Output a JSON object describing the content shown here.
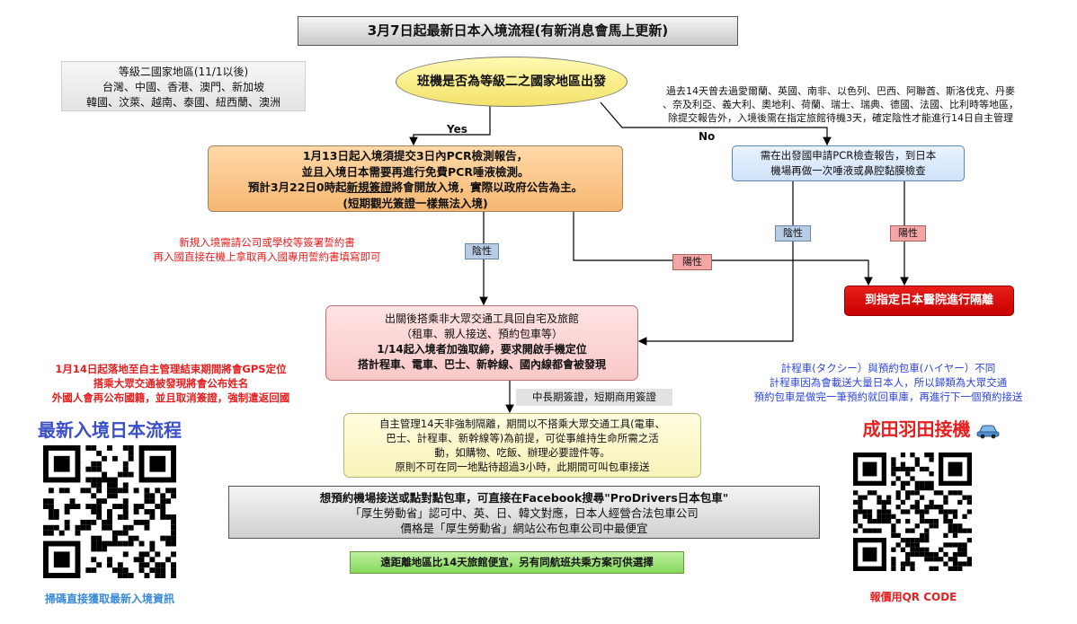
{
  "title": "3月7日起最新日本入境流程(有新消息會馬上更新)",
  "level2": {
    "heading": "等級二國家地區(11/1以後)",
    "line1": "台灣、中國、香港、澳門、新加坡",
    "line2": "韓國、汶萊、越南、泰國、紐西蘭、澳洲"
  },
  "decision": "班機是否為等級二之國家地區出發",
  "yes_label": "Yes",
  "no_label": "No",
  "no_note": {
    "line1": "過去14天曾去過愛爾蘭、英國、南非、以色列、巴西、阿聯酋、斯洛伐克、丹麥",
    "line2": "、奈及利亞、義大利、奧地利、荷蘭、瑞士、瑞典、德國、法國、比利時等地區，",
    "line3": "除提交報告外，入境後需在指定旅館待機3天，確定陰性才能進行14日自主管理"
  },
  "yes_box": {
    "line1": "1月13日起入境須提交3日內PCR檢測報告，",
    "line2": "並且入境日本需要再進行免費PCR唾液檢測。",
    "line3_pre": "預計3月22日0時起",
    "line3_link": "新規簽證",
    "line3_post": "將會開放入境，實際以政府公告為主。",
    "line4": "(短期觀光簽證一樣無法入境)"
  },
  "no_box": {
    "line1": "需在出發國申請PCR檢查報告，到日本",
    "line2": "機場再做一次唾液或鼻腔黏膜檢查"
  },
  "negative_label": "陰性",
  "positive_label": "陽性",
  "red_note": {
    "line1": "新規入境需請公司或學校等簽署誓約書",
    "line2": "再入國直接在機上拿取再入國專用誓約書填寫即可"
  },
  "hospital": "到指定日本醫院進行隔離",
  "home_box": {
    "line1": "出關後搭乘非大眾交通工具回自宅及旅館",
    "line2": "（租車、親人接送、預約包車等）",
    "line3": "1/14起入境者加強取締，要求開啟手機定位",
    "line4": "搭計程車、電車、巴士、新幹線、國內線都會被發現"
  },
  "gps_note": {
    "line1": "1月14日起落地至自主管理結束期間將會GPS定位",
    "line2": "搭乘大眾交通被發現將會公布姓名",
    "line3": "外國人會再公布國籍，並且取消簽證，強制遣返回國"
  },
  "taxi_note": {
    "line1": "計程車(タクシー）與預約包車(ハイヤー）不同",
    "line2": "計程車因為會載送大量日本人，所以歸類為大眾交通",
    "line3": "預約包車是做完一筆預約就回車庫，再進行下一個預約接送"
  },
  "visa_tag": "中長期簽證，短期商用簽證",
  "self_box": {
    "line1": "自主管理14天非強制隔離，期間以不搭乘大眾交通工具(電車、",
    "line2": "巴士、計程車、新幹線等)為前提，可從事維持生命所需之活",
    "line3": "動，如購物、吃飯、辦理必要證件等。",
    "line4": "原則不可在同一地點待超過3小時，此期間可叫包車接送"
  },
  "left_heading": "最新入境日本流程",
  "right_heading": "成田羽田接機",
  "booking": {
    "line1": "想預約機場接送或點對點包車，可直接在Facebook搜尋\"ProDrivers日本包車\"",
    "line2": "「厚生勞動省」認可中、英、日、韓文對應，日本人經營合法包車公司",
    "line3": "價格是「厚生勞動省」網站公布包車公司中最便宜"
  },
  "green_note": "遠距離地區比14天旅館便宜，另有同航班共乘方案可供選擇",
  "left_caption": "掃碼直接獲取最新入境資訊",
  "right_caption": "報價用QR CODE",
  "colors": {
    "decision": "#f3e36a",
    "yes_box": "#f6b772",
    "no_box": "#cfe2f8",
    "home_box": "#f8c8c8",
    "hospital": "#d40000",
    "self_box": "#f8f3b8",
    "green_note": "#86d85a",
    "red_text": "#e42020",
    "blue_text": "#2d45d8"
  },
  "icons": [
    "car-icon"
  ]
}
